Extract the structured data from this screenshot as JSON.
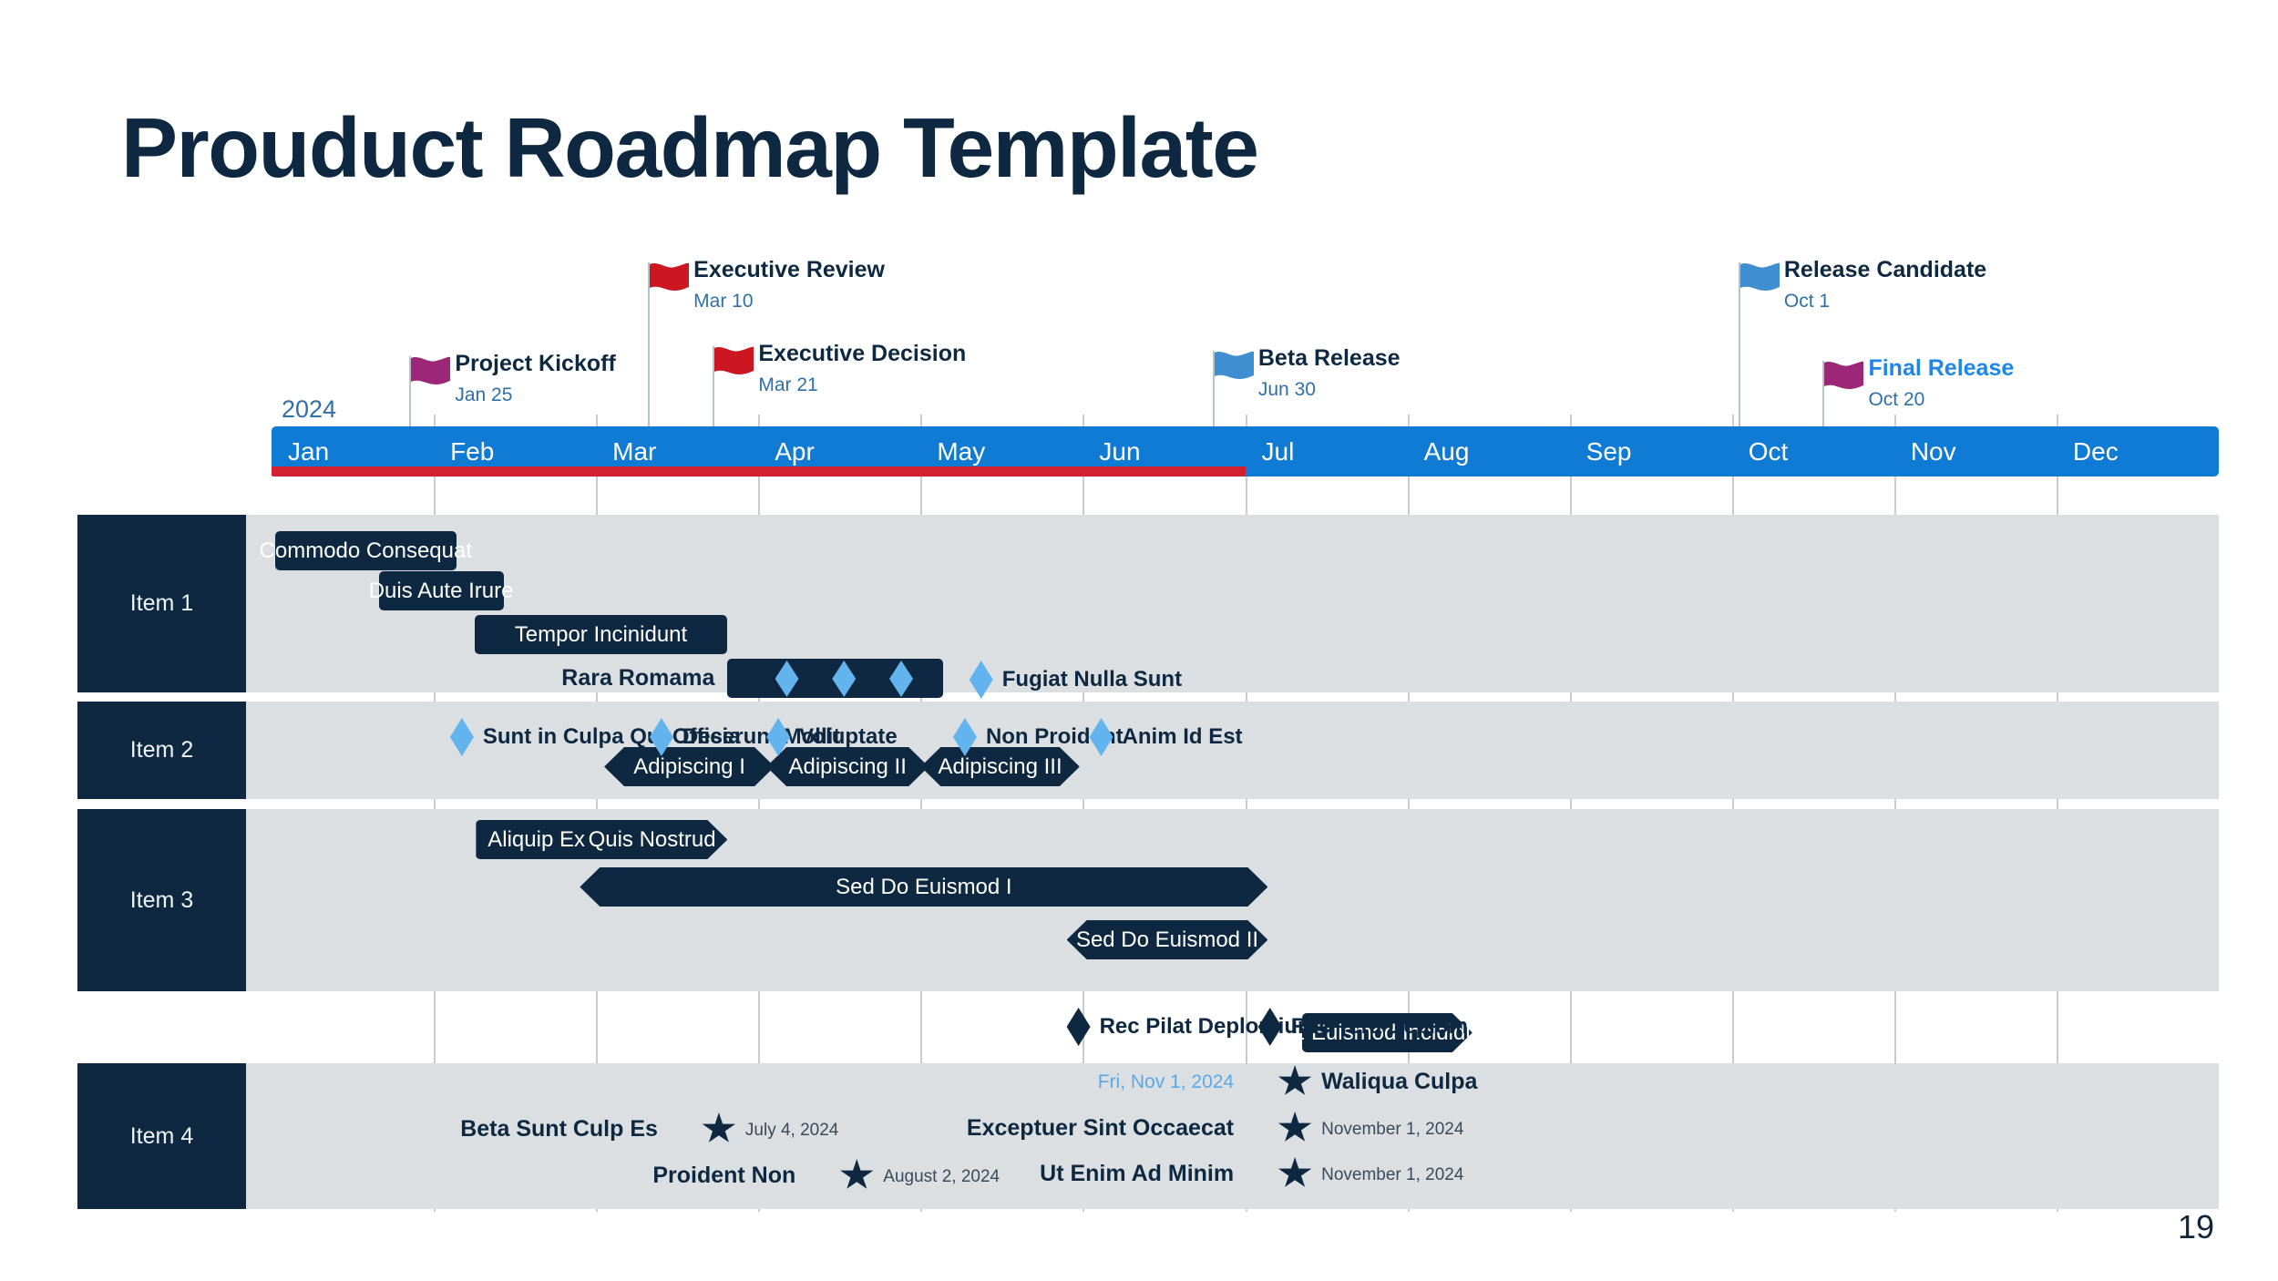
{
  "title": "Prouduct Roadmap Template",
  "page_number": "19",
  "colors": {
    "navy": "#0d2840",
    "blue_bar": "#0f7bd4",
    "progress_red": "#d22030",
    "lane_gray": "#dcdfe2",
    "diamond_blue": "#63b3ee",
    "accent_blue": "#1f86e8",
    "flag_red": "#cc1722",
    "flag_purple": "#9c2777",
    "flag_blue": "#3f8ed0"
  },
  "timeline": {
    "year": "2024",
    "months": [
      "Jan",
      "Feb",
      "Mar",
      "Apr",
      "May",
      "Jun",
      "Jul",
      "Aug",
      "Sep",
      "Oct",
      "Nov",
      "Dec"
    ],
    "progress_end_month": "Jun",
    "progress_percent": 50
  },
  "milestones": [
    {
      "name": "Project Kickoff",
      "date": "Jan 25",
      "flag_color": "#9c2777",
      "month_pos": 0.85,
      "accent": false
    },
    {
      "name": "Executive Review",
      "date": "Mar 10",
      "flag_color": "#cc1722",
      "month_pos": 2.32,
      "accent": false
    },
    {
      "name": "Executive Decision",
      "date": "Mar 21",
      "flag_color": "#cc1722",
      "month_pos": 2.72,
      "accent": false
    },
    {
      "name": "Beta Release",
      "date": "Jun 30",
      "flag_color": "#3f8ed0",
      "month_pos": 5.8,
      "accent": false
    },
    {
      "name": "Release Candidate",
      "date": "Oct 1",
      "flag_color": "#3f8ed0",
      "month_pos": 9.04,
      "accent": false
    },
    {
      "name": "Final Release",
      "date": "Oct 20",
      "flag_color": "#9c2777",
      "month_pos": 9.56,
      "accent": true
    }
  ],
  "rows": [
    {
      "label": "Item 1",
      "bars": [
        {
          "text": "Commodo Consequat",
          "shape": "flat"
        },
        {
          "text": "Duis Aute Irure",
          "shape": "flat"
        },
        {
          "text": "Tempor Incinidunt",
          "shape": "flat"
        },
        {
          "text": "Rara Romama",
          "shape": "flat",
          "label_outside_left": true,
          "diamond_count": 3
        }
      ],
      "markers": [
        {
          "text": "Fugiat Nulla Sunt",
          "type": "diamond",
          "side": "right"
        }
      ]
    },
    {
      "label": "Item 2",
      "bars": [
        {
          "text": "Adipiscing I",
          "shape": "arrow-lr"
        },
        {
          "text": "Adipiscing II",
          "shape": "arrow-lr"
        },
        {
          "text": "Adipiscing III",
          "shape": "arrow-lr"
        }
      ],
      "markers": [
        {
          "text": "Sunt in Culpa Qui Officia",
          "type": "diamond",
          "side": "right"
        },
        {
          "text": "Deserunt Mollit",
          "type": "diamond",
          "side": "right"
        },
        {
          "text": "Voluptate",
          "type": "diamond",
          "side": "right"
        },
        {
          "text": "Non Proident",
          "type": "diamond",
          "side": "right"
        },
        {
          "text": "Anim Id Est",
          "type": "diamond",
          "side": "right"
        }
      ]
    },
    {
      "label": "Item 3",
      "bars": [
        {
          "text": "Aliquip Ex",
          "text2": "Quis Nostrud",
          "shape": "arrow-r"
        },
        {
          "text": "Sed Do Euismod I",
          "shape": "arrow-lr"
        },
        {
          "text": "Sed Do Euismod II",
          "shape": "arrow-lr"
        },
        {
          "text": "V2 Euismod Incididunt",
          "shape": "arrow-r"
        }
      ],
      "markers": [
        {
          "text": "Rec Pilat Deplomiunt",
          "type": "diamond-dark",
          "side": "right"
        },
        {
          "text": "Rec Tera Deplom",
          "type": "diamond-dark",
          "side": "right"
        }
      ]
    },
    {
      "label": "Item 4",
      "bars": [],
      "markers": [
        {
          "text": "Beta Sunt Culp Es",
          "date": "July 4, 2024",
          "type": "star",
          "name_side": "left",
          "date_side": "right",
          "date_accent": false
        },
        {
          "text": "Proident Non",
          "date": "August 2, 2024",
          "type": "star",
          "name_side": "left",
          "date_side": "right",
          "date_accent": false
        },
        {
          "text": "Waliqua Culpa",
          "date": "Fri, Nov 1, 2024",
          "type": "star",
          "name_side": "right",
          "date_side": "left",
          "date_accent": true
        },
        {
          "text": "Exceptuer Sint Occaecat",
          "date": "November 1, 2024",
          "type": "star",
          "name_side": "left",
          "date_side": "right",
          "date_accent": false
        },
        {
          "text": "Ut Enim Ad Minim",
          "date": "November 1, 2024",
          "type": "star",
          "name_side": "left",
          "date_side": "right",
          "date_accent": false
        }
      ]
    }
  ]
}
